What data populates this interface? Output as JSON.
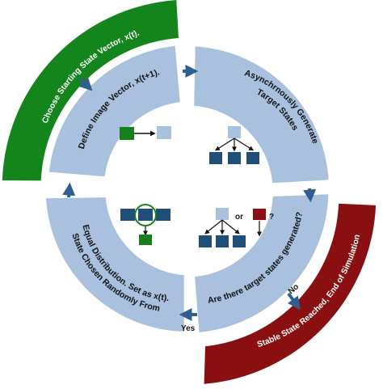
{
  "colors": {
    "ring": "#a9c1df",
    "dark_blue": "#1f4e79",
    "light_square": "#a9c1df",
    "green": "#18801b",
    "dark_red": "#8b0f12",
    "arrow": "#2f5f8f",
    "band_green": "#14841c",
    "band_red": "#8a0f10"
  },
  "ring": {
    "define_image_vector": "Define Image Vector,  x(t+1).",
    "async_line1": "Asynchrnously Generate",
    "async_line2": "Target States",
    "question": "Are there target states generated?",
    "random_line1": "State Chosen Randomly From",
    "random_line2": "Equal Distribution. Set as x(t)."
  },
  "bands": {
    "start": "Choose Starting State Vector,  x(t).",
    "end": "Stable State Reached, End of Simulation"
  },
  "labels": {
    "or": "or",
    "question_mark": "?",
    "yes": "Yes",
    "no": "No"
  },
  "icons": {
    "quadrant_top_left": "square-to-square-mapping",
    "quadrant_top_right": "one-to-three-branching",
    "quadrant_bottom_right": "branching-or-single-target",
    "quadrant_bottom_left": "circled-selection-to-green-state"
  }
}
